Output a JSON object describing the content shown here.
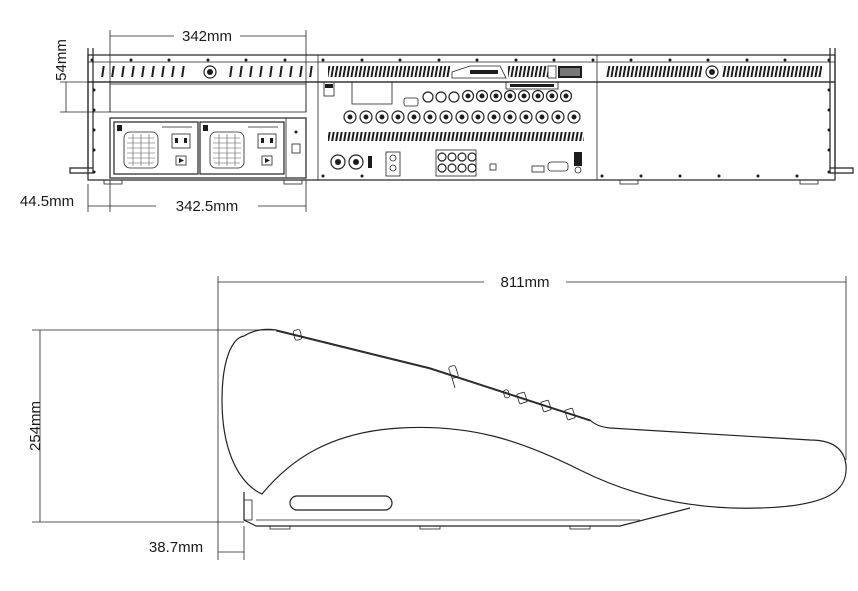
{
  "rear_view": {
    "dim_top_width": "342mm",
    "dim_height": "54mm",
    "dim_left_offset": "44.5mm",
    "dim_bottom_width": "342.5mm"
  },
  "side_view": {
    "dim_depth": "811mm",
    "dim_height": "254mm",
    "dim_foot_offset": "38.7mm"
  },
  "colors": {
    "line": "#222222",
    "vent": "#1c1c1c",
    "background": "#ffffff"
  }
}
